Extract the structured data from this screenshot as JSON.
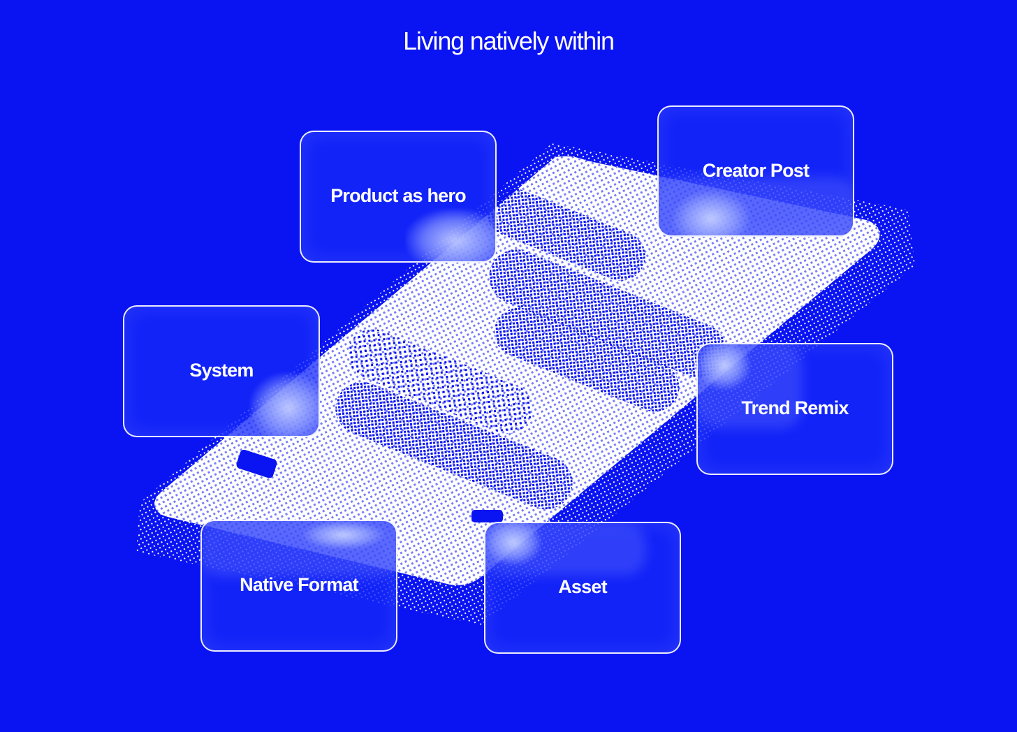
{
  "headline": "Living natively within",
  "colors": {
    "background": "#0a14f2",
    "dots": "#ffffff",
    "card_border": "#ffffff"
  },
  "cards": {
    "product_as_hero": "Product as hero",
    "creator_post": "Creator Post",
    "system": "System",
    "trend_remix": "Trend Remix",
    "native_format": "Native Format",
    "asset": "Asset"
  }
}
